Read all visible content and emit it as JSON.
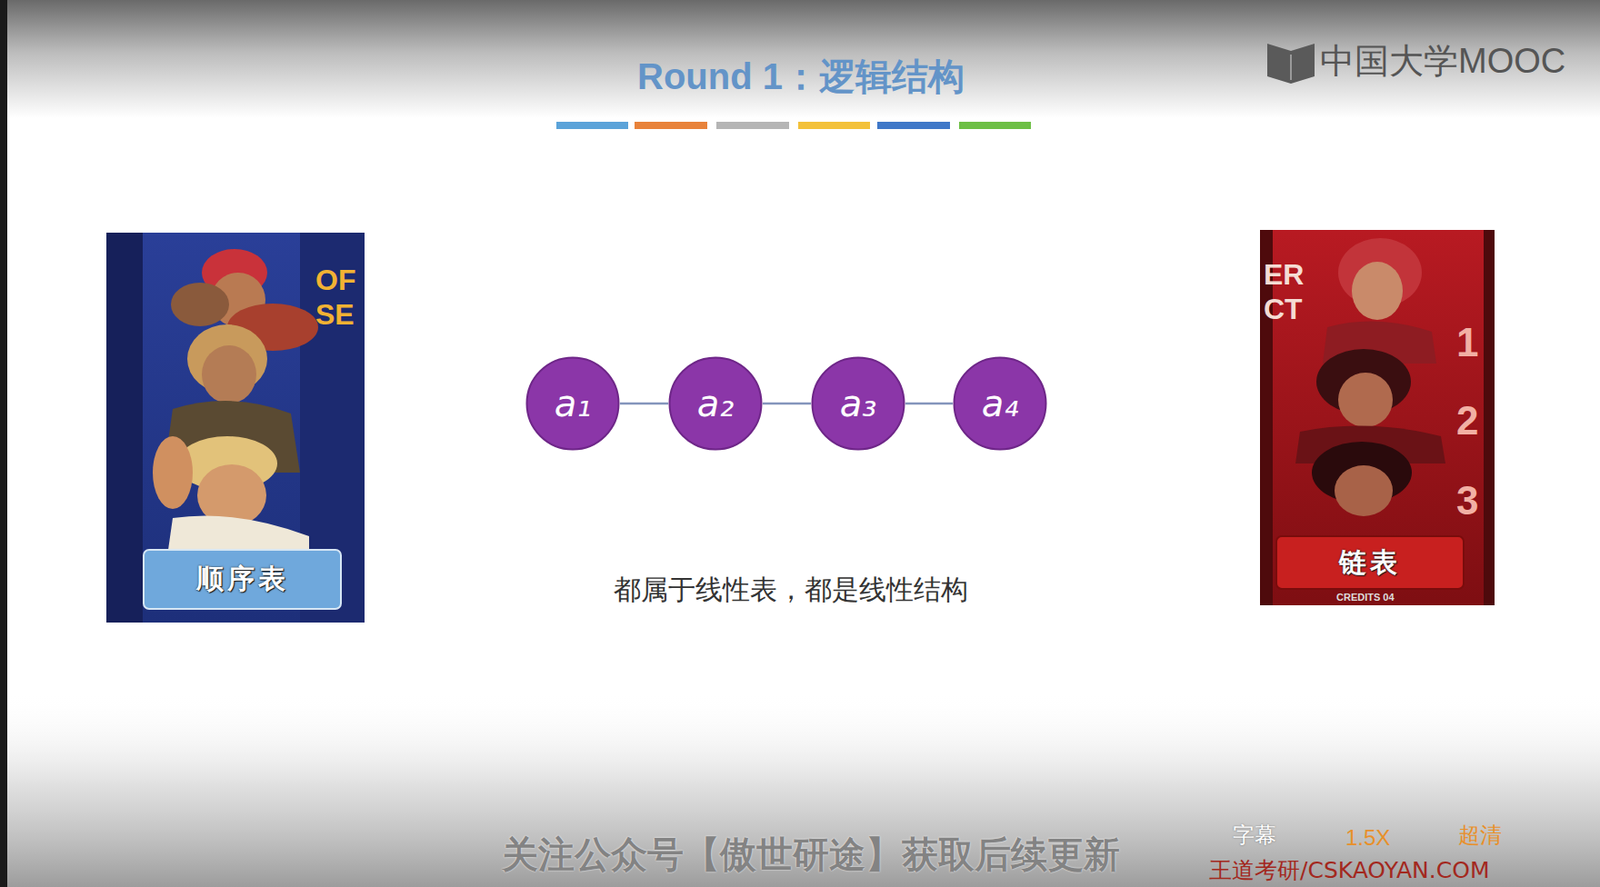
{
  "diagram": {
    "title": "Round 1：逻辑结构",
    "caption": "都属于线性表，都是线性结构",
    "nodes": [
      {
        "text": [
          "顺序表"
        ]
      },
      {
        "text": [
          "a₁"
        ]
      },
      {
        "text": [
          "a₂"
        ]
      },
      {
        "text": [
          "a₃"
        ]
      },
      {
        "text": [
          "a₄"
        ]
      },
      {
        "text": [
          "链表"
        ]
      }
    ],
    "edges": [
      {
        "from": 1,
        "to": 2,
        "arrow": "none"
      },
      {
        "from": 2,
        "to": 3,
        "arrow": "none"
      },
      {
        "from": 3,
        "to": 4,
        "arrow": "none"
      }
    ],
    "labels": [
      "关注公众号【傲世研途】获取后续更新",
      "字幕",
      "1.5X",
      "超清",
      "王道考研/CSKAOYAN.COM",
      "中国大学MOOC",
      "OF",
      "SE",
      "ER",
      "CT",
      "1",
      "2",
      "3",
      "CREDITS 04"
    ]
  }
}
